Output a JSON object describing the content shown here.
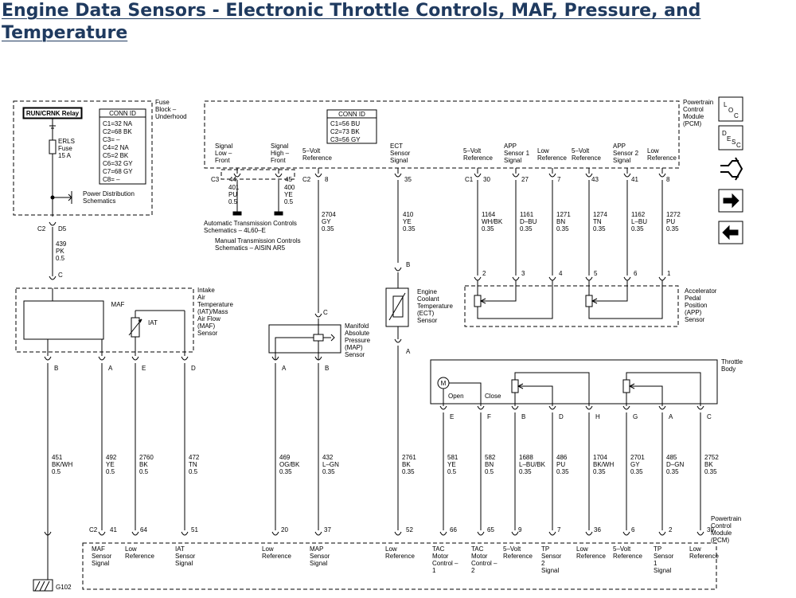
{
  "title": "Engine Data Sensors - Electronic Throttle Controls, MAF, Pressure, and Temperature",
  "fuse_block": {
    "label": [
      "Fuse",
      "Block –",
      "Underhood"
    ],
    "relay": "RUN/CRNK Relay",
    "fuse": [
      "ERLS",
      "Fuse",
      "15 A"
    ],
    "power_dist": [
      "Power Distribution",
      "Schematics"
    ],
    "conn_title": "CONN ID",
    "conn": [
      "C1=32 NA",
      "C2=68 BK",
      "C3= –",
      "C4=2 NA",
      "C5=2 BK",
      "C6=32 GY",
      "C7=68 GY",
      "C8= –"
    ],
    "pins": [
      "C2",
      "D5"
    ]
  },
  "wire_439": [
    "439",
    "PK",
    "0.5"
  ],
  "pcm_top": {
    "label": [
      "Powertrain",
      "Control",
      "Module",
      "(PCM)"
    ],
    "conn_title": "CONN ID",
    "conn": [
      "C1=56 BU",
      "C2=73 BK",
      "C3=56 GY"
    ],
    "left_signals": [
      [
        "Signal",
        "Low –",
        "Front"
      ],
      [
        "Signal",
        "High –",
        "Front"
      ],
      [
        "5–Volt",
        "Reference"
      ],
      [
        "ECT",
        "Sensor",
        "Signal"
      ]
    ],
    "right_signals": [
      [
        "5–Volt",
        "Reference"
      ],
      [
        "APP",
        "Sensor 1",
        "Signal"
      ],
      [
        "Low",
        "Reference"
      ],
      [
        "5–Volt",
        "Reference"
      ],
      [
        "APP",
        "Sensor 2",
        "Signal"
      ],
      [
        "Low",
        "Reference"
      ]
    ],
    "pins_left": [
      "C3",
      "44",
      "45",
      "C2",
      "8",
      "35"
    ],
    "pins_right": [
      "C1",
      "30",
      "27",
      "7",
      "43",
      "41",
      "8"
    ]
  },
  "trans_wires": [
    [
      "401",
      "PU",
      "0.5"
    ],
    [
      "400",
      "YE",
      "0.5"
    ]
  ],
  "trans_refs": [
    [
      "Automatic Transmission Controls",
      "Schematics – 4L60–E"
    ],
    [
      "Manual Transmission Controls",
      "Schematics – AISIN AR5"
    ]
  ],
  "wire_2704": [
    "2704",
    "GY",
    "0.35"
  ],
  "wire_410": [
    "410",
    "YE",
    "0.35"
  ],
  "app_wires": [
    [
      "1164",
      "WH/BK",
      "0.35"
    ],
    [
      "1161",
      "D–BU",
      "0.35"
    ],
    [
      "1271",
      "BN",
      "0.35"
    ],
    [
      "1274",
      "TN",
      "0.35"
    ],
    [
      "1162",
      "L–BU",
      "0.35"
    ],
    [
      "1272",
      "PU",
      "0.35"
    ]
  ],
  "app_sensor": {
    "label": [
      "Accelerator",
      "Pedal",
      "Position",
      "(APP)",
      "Sensor"
    ],
    "pins": [
      "2",
      "3",
      "4",
      "5",
      "6",
      "1"
    ]
  },
  "maf_sensor": {
    "label": [
      "Intake",
      "Air",
      "Temperature",
      "(IAT)/Mass",
      "Air Flow",
      "(MAF)",
      "Sensor"
    ],
    "maf": "MAF",
    "iat": "IAT",
    "pin_top": "C",
    "pins": [
      "B",
      "A",
      "E",
      "D"
    ]
  },
  "map_sensor": {
    "label": [
      "Manifold",
      "Absolute",
      "Pressure",
      "(MAP)",
      "Sensor"
    ],
    "pin_top": "C",
    "pins": [
      "A",
      "B"
    ]
  },
  "ect_sensor": {
    "label": [
      "Engine",
      "Coolant",
      "Temperature",
      "(ECT)",
      "Sensor"
    ],
    "pins": [
      "B",
      "A"
    ]
  },
  "throttle_body": {
    "label": [
      "Throttle",
      "Body"
    ],
    "motor": "M",
    "open": "Open",
    "close": "Close",
    "pins": [
      "E",
      "F",
      "B",
      "D",
      "H",
      "G",
      "A",
      "C"
    ]
  },
  "bottom_wires": [
    [
      "451",
      "BK/WH",
      "0.5"
    ],
    [
      "492",
      "YE",
      "0.5"
    ],
    [
      "2760",
      "BK",
      "0.5"
    ],
    [
      "472",
      "TN",
      "0.5"
    ],
    [
      "469",
      "OG/BK",
      "0.35"
    ],
    [
      "432",
      "L–GN",
      "0.35"
    ],
    [
      "2761",
      "BK",
      "0.35"
    ],
    [
      "581",
      "YE",
      "0.5"
    ],
    [
      "582",
      "BN",
      "0.5"
    ],
    [
      "1688",
      "L–BU/BK",
      "0.35"
    ],
    [
      "486",
      "PU",
      "0.35"
    ],
    [
      "1704",
      "BK/WH",
      "0.35"
    ],
    [
      "2701",
      "GY",
      "0.35"
    ],
    [
      "485",
      "D–GN",
      "0.35"
    ],
    [
      "2752",
      "BK",
      "0.35"
    ]
  ],
  "pcm_bottom": {
    "label": [
      "Powertrain",
      "Control",
      "Module",
      "(PCM)"
    ],
    "pins": [
      "C2",
      "41",
      "64",
      "51",
      "20",
      "37",
      "52",
      "66",
      "65",
      "9",
      "7",
      "36",
      "6",
      "2",
      "39"
    ],
    "signals": [
      [
        "MAF",
        "Sensor",
        "Signal"
      ],
      [
        "Low",
        "Reference"
      ],
      [
        "IAT",
        "Sensor",
        "Signal"
      ],
      [
        "Low",
        "Reference"
      ],
      [
        "MAP",
        "Sensor",
        "Signal"
      ],
      [
        "Low",
        "Reference"
      ],
      [
        "TAC",
        "Motor",
        "Control –",
        "1"
      ],
      [
        "TAC",
        "Motor",
        "Control –",
        "2"
      ],
      [
        "5–Volt",
        "Reference"
      ],
      [
        "TP",
        "Sensor",
        "2",
        "Signal"
      ],
      [
        "Low",
        "Reference"
      ],
      [
        "5–Volt",
        "Reference"
      ],
      [
        "TP",
        "Sensor",
        "1",
        "Signal"
      ],
      [
        "Low",
        "Reference"
      ]
    ]
  },
  "ground": "G102",
  "nav_icons": [
    {
      "name": "loc-icon",
      "letters": [
        "L",
        "O",
        "C"
      ]
    },
    {
      "name": "desc-icon",
      "letters": [
        "D",
        "E",
        "S",
        "C"
      ]
    }
  ],
  "colors": {
    "title": "#1f3a5f",
    "line": "#000000"
  }
}
